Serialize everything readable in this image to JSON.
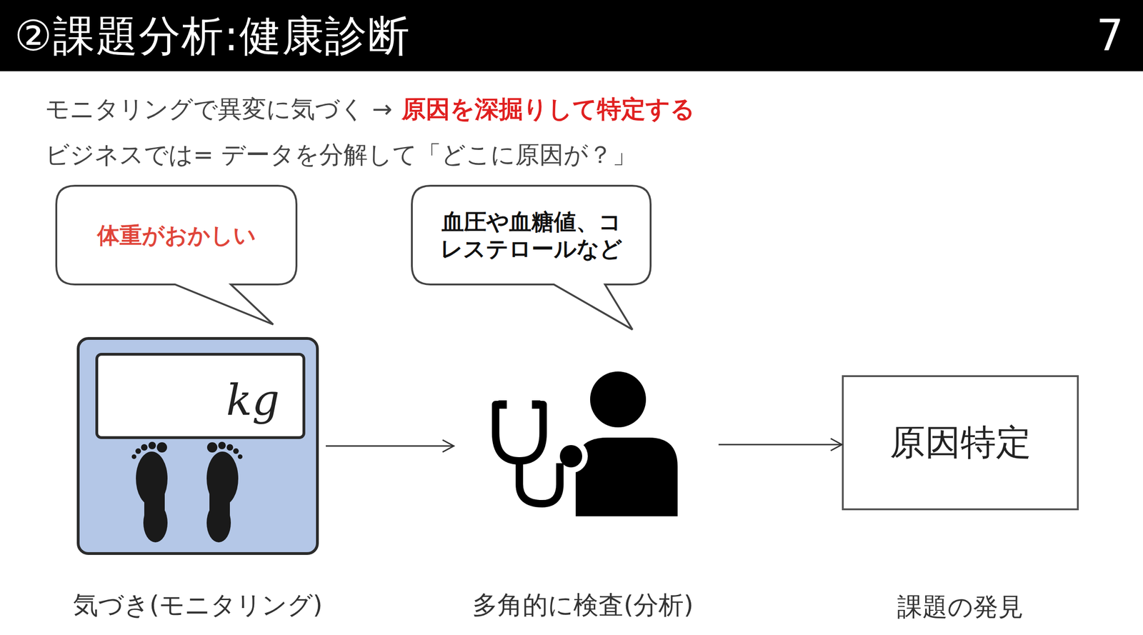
{
  "diagram": {
    "title": "②課題分析:健康診断",
    "nodes": [
      {
        "text": [
          "体重がおかしい"
        ]
      },
      {
        "text": [
          "血圧や血糖値、コ レステロールなど"
        ]
      },
      {
        "text": [
          "kg",
          "気づき(モニタリング)"
        ]
      },
      {
        "text": [
          "多角的に検査(分析)"
        ]
      },
      {
        "text": [
          "原因特定",
          "課題の発見"
        ]
      }
    ],
    "edges": [
      {
        "from": 2,
        "to": 3,
        "arrow": "to"
      },
      {
        "from": 3,
        "to": 4,
        "arrow": "to"
      }
    ],
    "labels": [
      "7",
      "モニタリングで異変に気づく →",
      "原因を深掘りして特定する",
      "ビジネスでは= データを分解して「どこに原因が？」"
    ]
  }
}
